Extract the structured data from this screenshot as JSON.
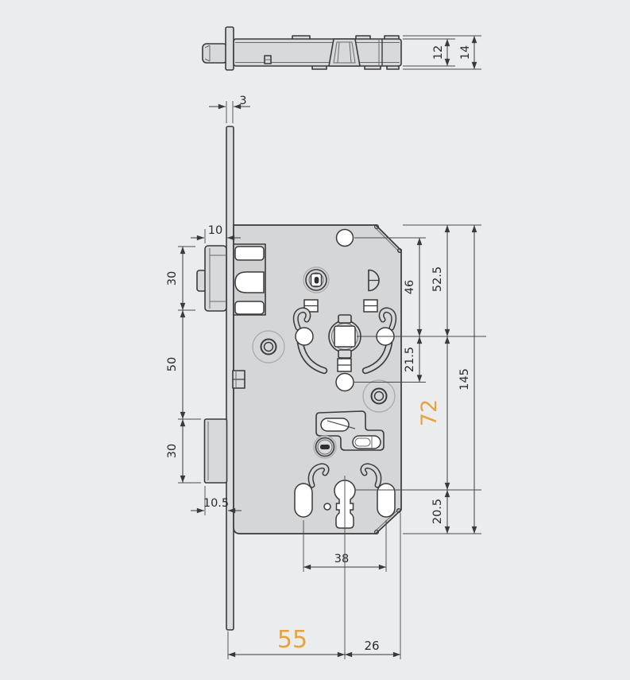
{
  "drawing": {
    "type": "technical-dimension-drawing",
    "subject": "mortise-door-lock",
    "views": [
      "side-profile-top",
      "front-elevation"
    ],
    "units": "mm"
  },
  "colors": {
    "accent_orange": "#E8A33C",
    "line": "#3A3A3C",
    "case_fill": "#D5D6D8",
    "faceplate_fill": "#DCDDE0",
    "background": "#EBECEE"
  },
  "dims": {
    "case_depth": "12",
    "total_depth": "14",
    "faceplate_thickness": "3",
    "latch_protrusion": "10",
    "latch_height": "30",
    "latch_to_deadbolt": "50",
    "deadbolt_height": "30",
    "deadbolt_protrusion": "10.5",
    "top_hole_to_spindle": "46",
    "case_top_to_spindle": "52.5",
    "spindle_to_aux_hole": "21.5",
    "case_height": "145",
    "spindle_to_cylinder": "72",
    "cylinder_to_case_bottom": "20.5",
    "handle_hole_spacing": "38",
    "backset": "55",
    "spindle_to_case_back": "26"
  }
}
